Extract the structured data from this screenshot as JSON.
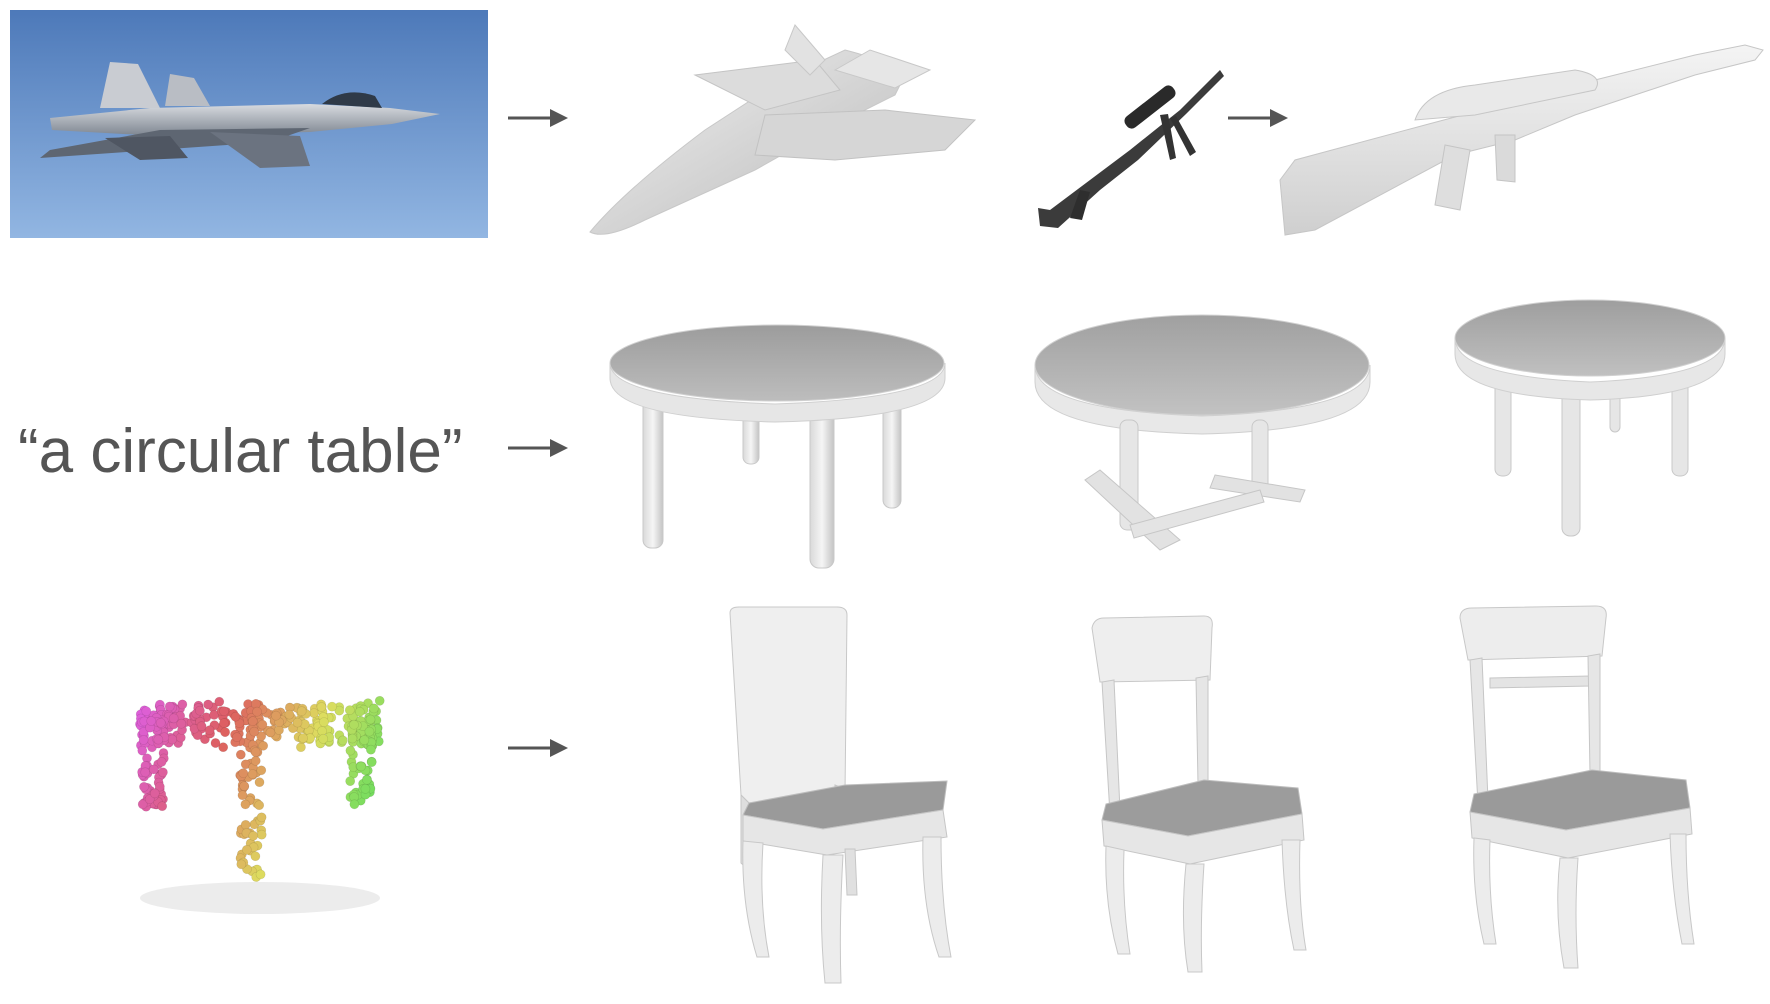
{
  "prompt": {
    "text": "“a circular table”"
  },
  "colors": {
    "arrow": "#555555",
    "sky_top": "#4a76b7",
    "sky_bottom": "#8fb3e0",
    "mesh_light": "#eeeeee",
    "mesh_mid": "#d0d0d0",
    "mesh_dark": "#8f8f8f",
    "seat": "#9a9a9a",
    "text": "#555555"
  },
  "icons": [
    "arrow-right-icon",
    "airplane-photo",
    "rifle-photo",
    "point-cloud-table"
  ]
}
